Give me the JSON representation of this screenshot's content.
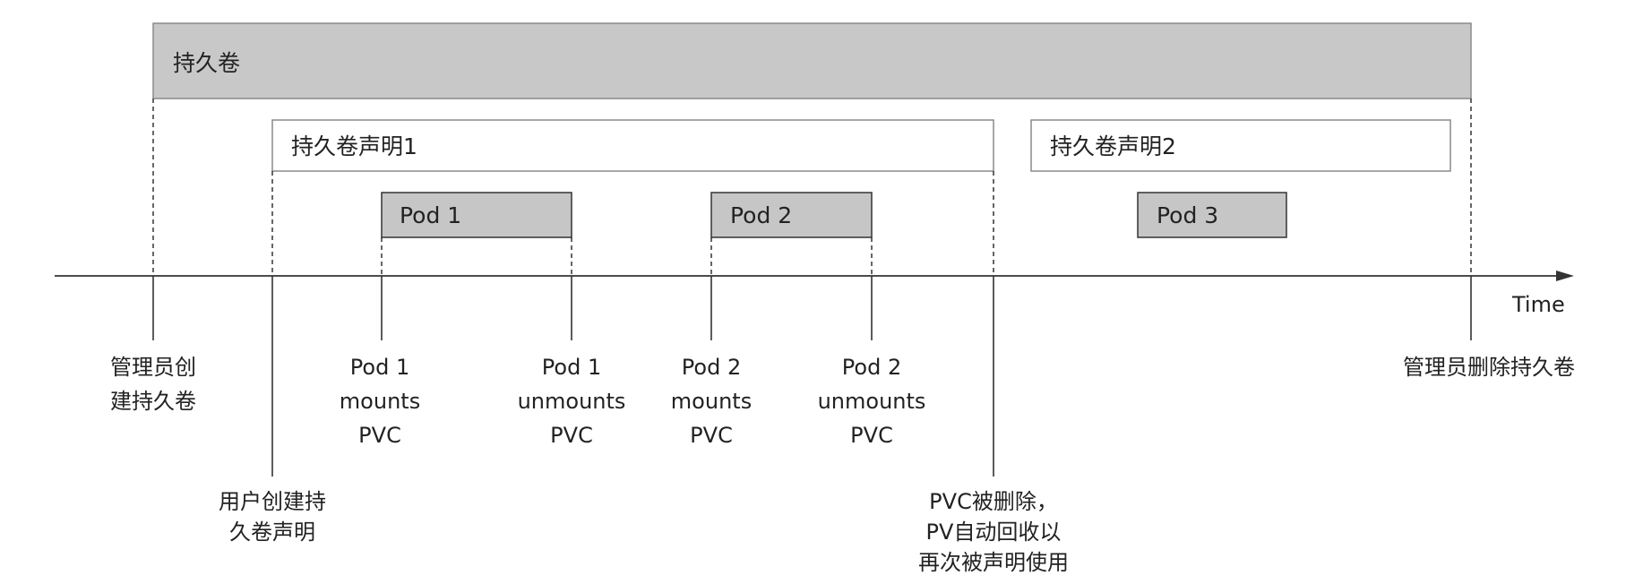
{
  "pv": {
    "label": "持久卷"
  },
  "pvcs": [
    {
      "label": "持久卷声明1"
    },
    {
      "label": "持久卷声明2"
    }
  ],
  "pods": [
    {
      "label": "Pod 1"
    },
    {
      "label": "Pod 2"
    },
    {
      "label": "Pod 3"
    }
  ],
  "axis": {
    "label": "Time"
  },
  "events": {
    "admin_create": [
      "管理员创",
      "建持久卷"
    ],
    "user_create": [
      "用户创建持",
      "久卷声明"
    ],
    "pod1_mount": [
      "Pod 1",
      "mounts",
      "PVC"
    ],
    "pod1_unmount": [
      "Pod 1",
      "unmounts",
      "PVC"
    ],
    "pod2_mount": [
      "Pod 2",
      "mounts",
      "PVC"
    ],
    "pod2_unmount": [
      "Pod 2",
      "unmounts",
      "PVC"
    ],
    "pvc_deleted": [
      "PVC被删除，",
      "PV自动回收以",
      "再次被声明使用"
    ],
    "admin_delete": [
      "管理员删除持久卷"
    ]
  },
  "colors": {
    "pv_fill": "#c8c8c8",
    "pvc_fill": "#ffffff",
    "pod_fill": "#c6c6c6",
    "box_stroke": "#8a8a8a",
    "line": "#333333",
    "text": "#222222"
  }
}
